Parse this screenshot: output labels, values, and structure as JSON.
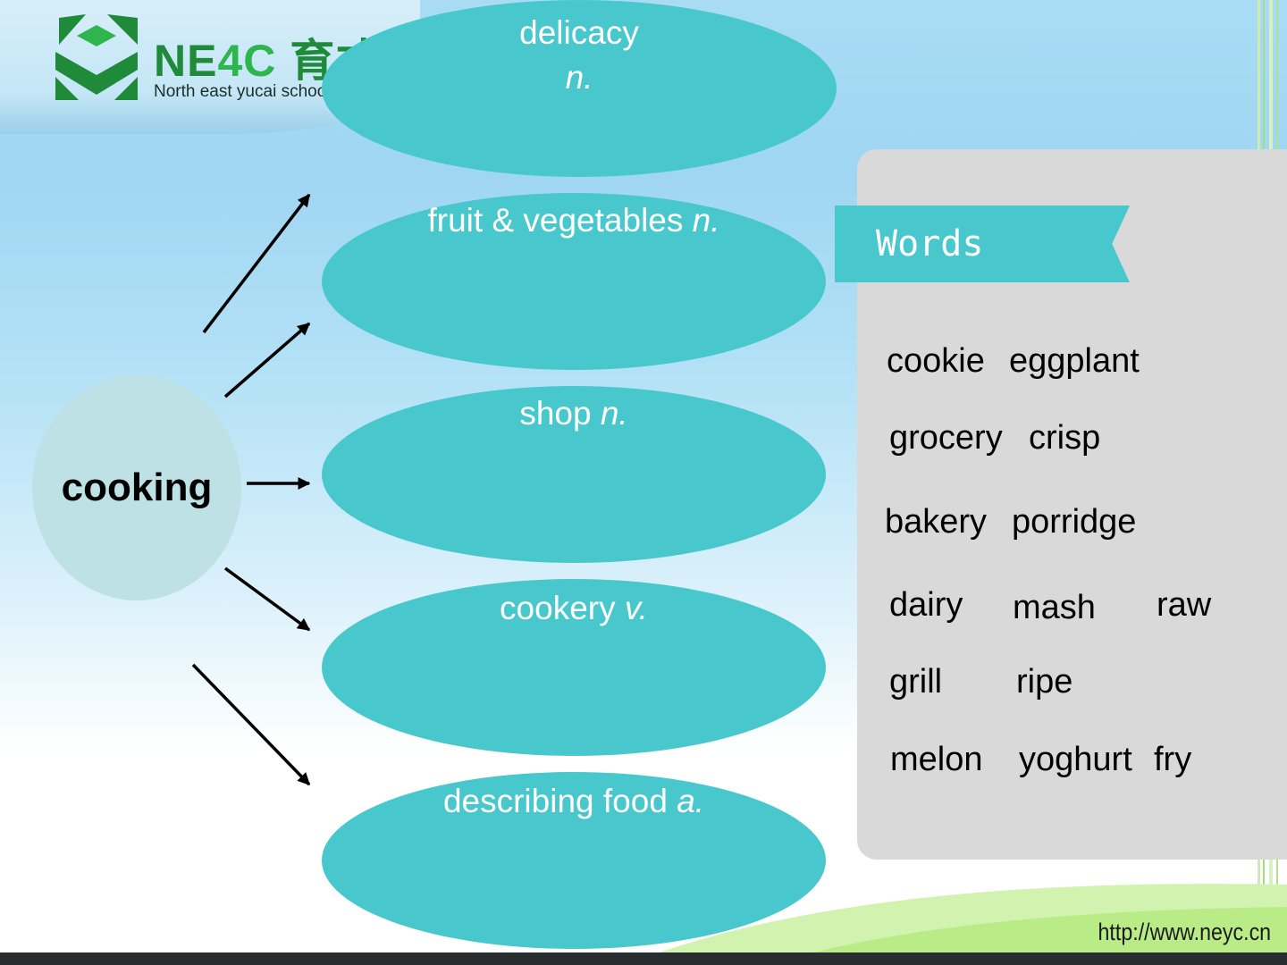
{
  "header": {
    "logo_text_a": "NE",
    "logo_text_b": "4C",
    "logo_text_c": " 育才",
    "logo_subtitle": "North east yucai school",
    "logo_icon": "cube-logo-icon"
  },
  "mindmap": {
    "center": "cooking",
    "categories": [
      {
        "label": "delicacy",
        "pos": "n."
      },
      {
        "label": "fruit & vegetables",
        "pos": "n."
      },
      {
        "label": "shop",
        "pos": "n."
      },
      {
        "label": "cookery",
        "pos": "v."
      },
      {
        "label": "describing food",
        "pos": "a."
      }
    ]
  },
  "words_panel": {
    "title": "Words",
    "words": [
      "cookie",
      "eggplant",
      "grocery",
      "crisp",
      "bakery",
      "porridge",
      "dairy",
      "mash",
      "raw",
      "grill",
      "ripe",
      "melon",
      "yoghurt",
      "fry"
    ]
  },
  "footer": {
    "url": "http://www.neyc.cn"
  },
  "colors": {
    "ellipse": "#48c8cd",
    "center": "#bde1e4",
    "panel": "#d9d9d9",
    "logo_green": "#1f8a3a"
  }
}
